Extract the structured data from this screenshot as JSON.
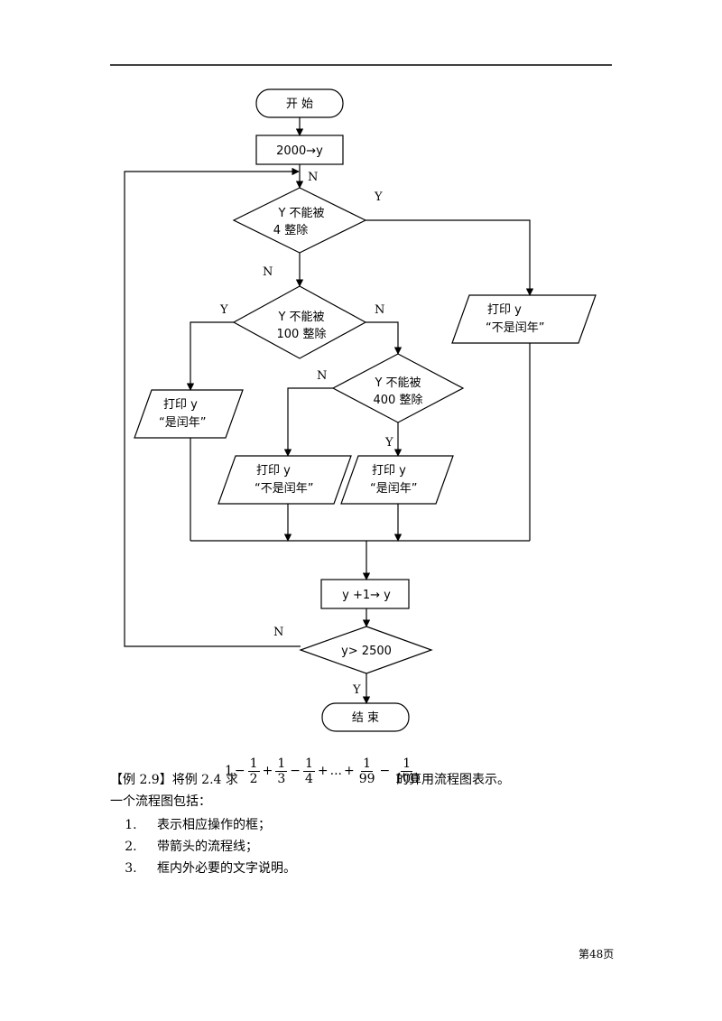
{
  "flowchart": {
    "start": "开 始",
    "init": "2000→y",
    "cond1_line1": "Y 不能被",
    "cond1_line2": "4 整除",
    "cond2_line1": "Y 不能被",
    "cond2_line2": "100 整除",
    "cond3_line1": "Y 不能被",
    "cond3_line2": "400 整除",
    "print_line1": "打印 y",
    "print_not_leap": "“不是闰年”",
    "print_leap": "“是闰年”",
    "increment": "y +1→ y",
    "cond_end": "y> 2500",
    "end": "结 束",
    "label_yes": "Y",
    "label_no": "N"
  },
  "text": {
    "example_prefix": "【例 2.9】将例 2.4 求",
    "formula": {
      "lead": "1",
      "minus": "−",
      "plus": "+",
      "ellipsis": "...",
      "one": "1",
      "d2": "2",
      "d3": "3",
      "d4": "4",
      "d99": "99",
      "d100": "100"
    },
    "example_suffix": "的算用流程图表示。",
    "intro": "一个流程图包括：",
    "items": [
      "表示相应操作的框；",
      "带箭头的流程线；",
      "框内外必要的文字说明。"
    ]
  },
  "footer": {
    "page": "第48页"
  }
}
